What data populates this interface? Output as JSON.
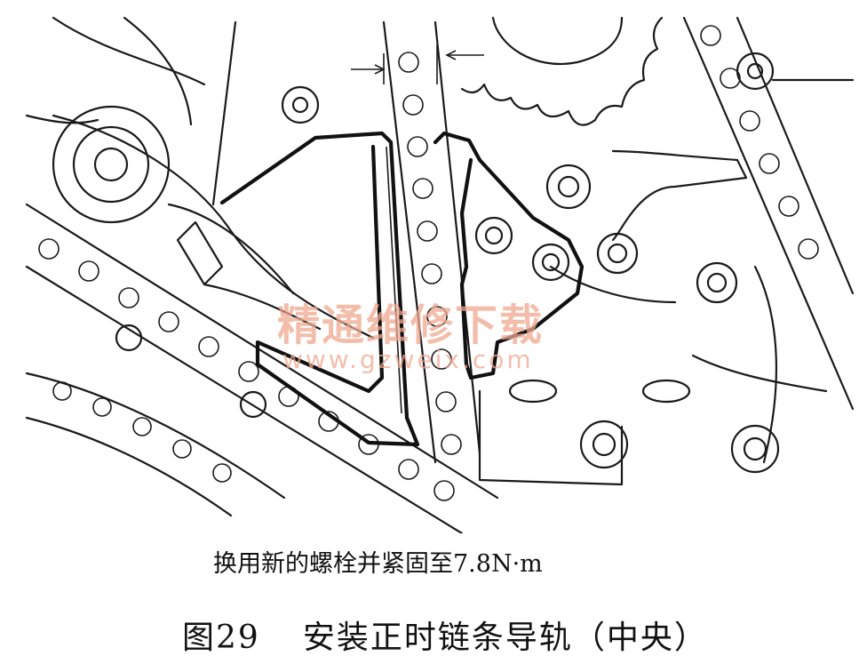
{
  "watermark": {
    "name_cn": "精通维修下载",
    "url": "www.gzweix.com"
  },
  "note": "换用新的螺栓并紧固至7.8N·m",
  "caption": {
    "figure_number": "图29",
    "title": "安装正时链条导轨（中央）"
  },
  "colors": {
    "line": "#1a1a1a",
    "watermark": "#f0a890",
    "background": "#ffffff"
  }
}
